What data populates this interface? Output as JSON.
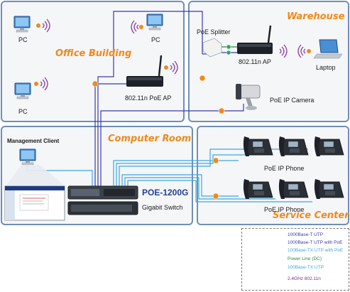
{
  "zones": {
    "office": "Office Building",
    "warehouse": "Warehouse",
    "computer_room": "Computer Room",
    "service_center": "Service Center"
  },
  "labels": {
    "pc": "PC",
    "poe_ap": "802.11n PoE AP",
    "ap": "802.11n AP",
    "poe_splitter": "PoE Splitter",
    "laptop": "Laptop",
    "poe_camera": "PoE IP Camera",
    "management_client": "Management Client",
    "poe_phone": "PoE IP Phone",
    "switch_model": "POE-1200G",
    "switch_type": "Gigabit Switch"
  },
  "legend": [
    {
      "text": "1000Base-T UTP",
      "color": "#3a3ab0",
      "marker": "none"
    },
    {
      "text": "1000Base-T UTP with PoE",
      "color": "#3a3ab0",
      "marker": "poe"
    },
    {
      "text": "100Base-TX UTP with PoE",
      "color": "#3aa8e0",
      "marker": "poe"
    },
    {
      "text": "Power Line (DC)",
      "color": "#2a8a4a",
      "marker": "dot"
    },
    {
      "text": "100Base-TX UTP",
      "color": "#3aa8e0",
      "marker": "none"
    },
    {
      "text": "2.4GHz 802.11n",
      "color": "#7a2a8a",
      "marker": "wifi"
    }
  ]
}
